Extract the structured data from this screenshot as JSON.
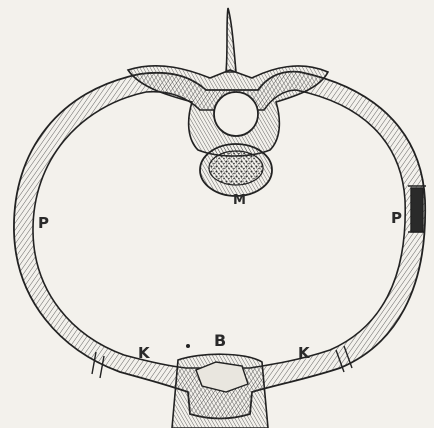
{
  "figure": {
    "labels": {
      "M": "M",
      "P_left": "P",
      "P_right": "P",
      "K_left": "K",
      "K_right": "K",
      "B": "B"
    }
  }
}
